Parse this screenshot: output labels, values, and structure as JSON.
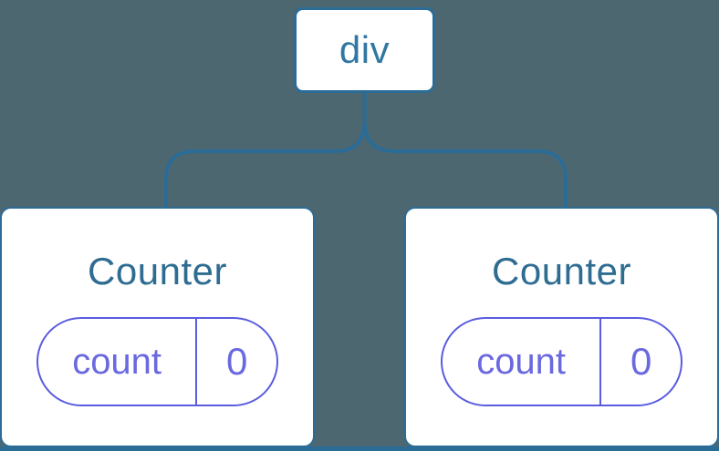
{
  "tree": {
    "root": {
      "label": "div"
    },
    "children": [
      {
        "title": "Counter",
        "state": {
          "key": "count",
          "value": "0"
        }
      },
      {
        "title": "Counter",
        "state": {
          "key": "count",
          "value": "0"
        }
      }
    ]
  },
  "colors": {
    "background": "#4d6771",
    "line": "#2b6c96",
    "root_text": "#3177a4",
    "component_text": "#2e6c92",
    "state_border": "#5a5cdf",
    "state_text": "#6a69e0",
    "card_fill": "#ffffff"
  }
}
